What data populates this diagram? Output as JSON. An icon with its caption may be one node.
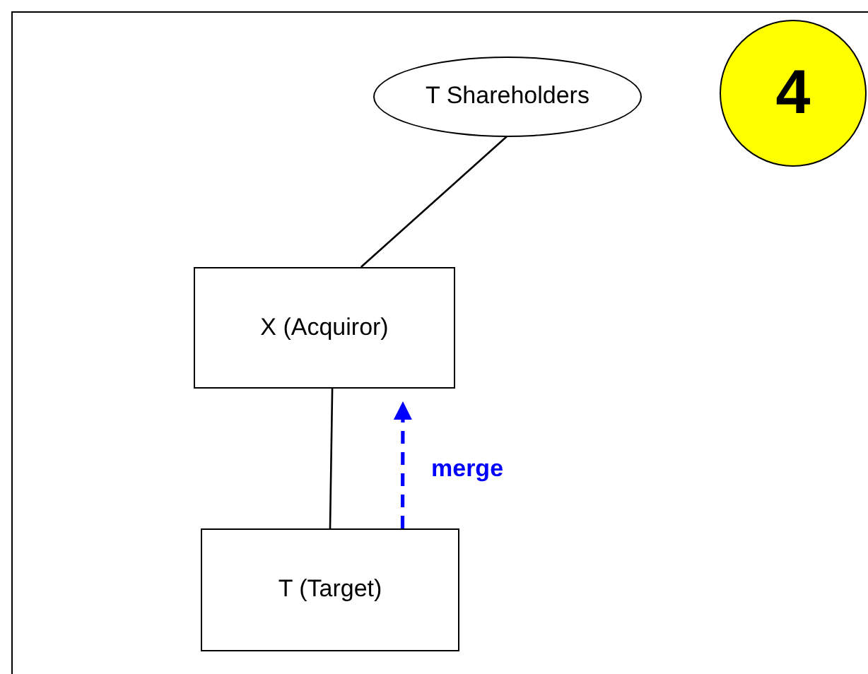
{
  "diagram": {
    "nodes": [
      {
        "text": [
          "T Shareholders"
        ]
      },
      {
        "text": [
          "4"
        ]
      },
      {
        "text": [
          "X (Acquiror)"
        ]
      },
      {
        "text": [
          "T (Target)"
        ]
      }
    ],
    "edges": [
      {
        "from": 0,
        "to": 2,
        "arrow": "none"
      },
      {
        "from": 2,
        "to": 3,
        "arrow": "none"
      },
      {
        "from": 3,
        "to": 2,
        "arrow": "to",
        "label": "merge",
        "style": "dashed",
        "color": "#0000ff"
      }
    ]
  }
}
